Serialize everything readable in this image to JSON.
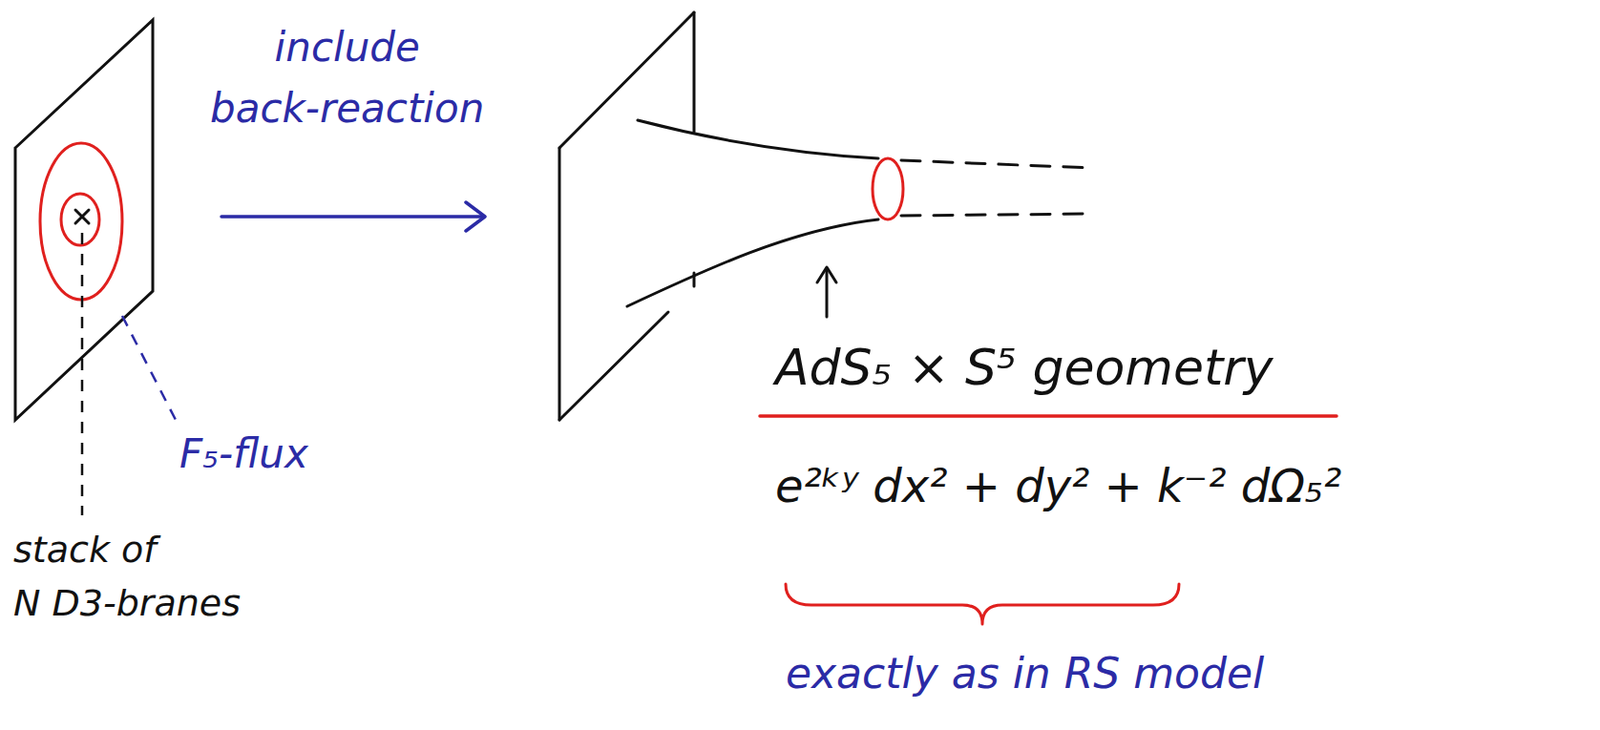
{
  "diagram": {
    "labels": [
      "include back-reaction",
      "F₅-flux",
      "stack of N D3-branes",
      "AdS₅ × S⁵ geometry",
      "e²ᵏʸ dx² + dy² + k⁻² dΩ₅²",
      "exactly as in RS model"
    ]
  }
}
